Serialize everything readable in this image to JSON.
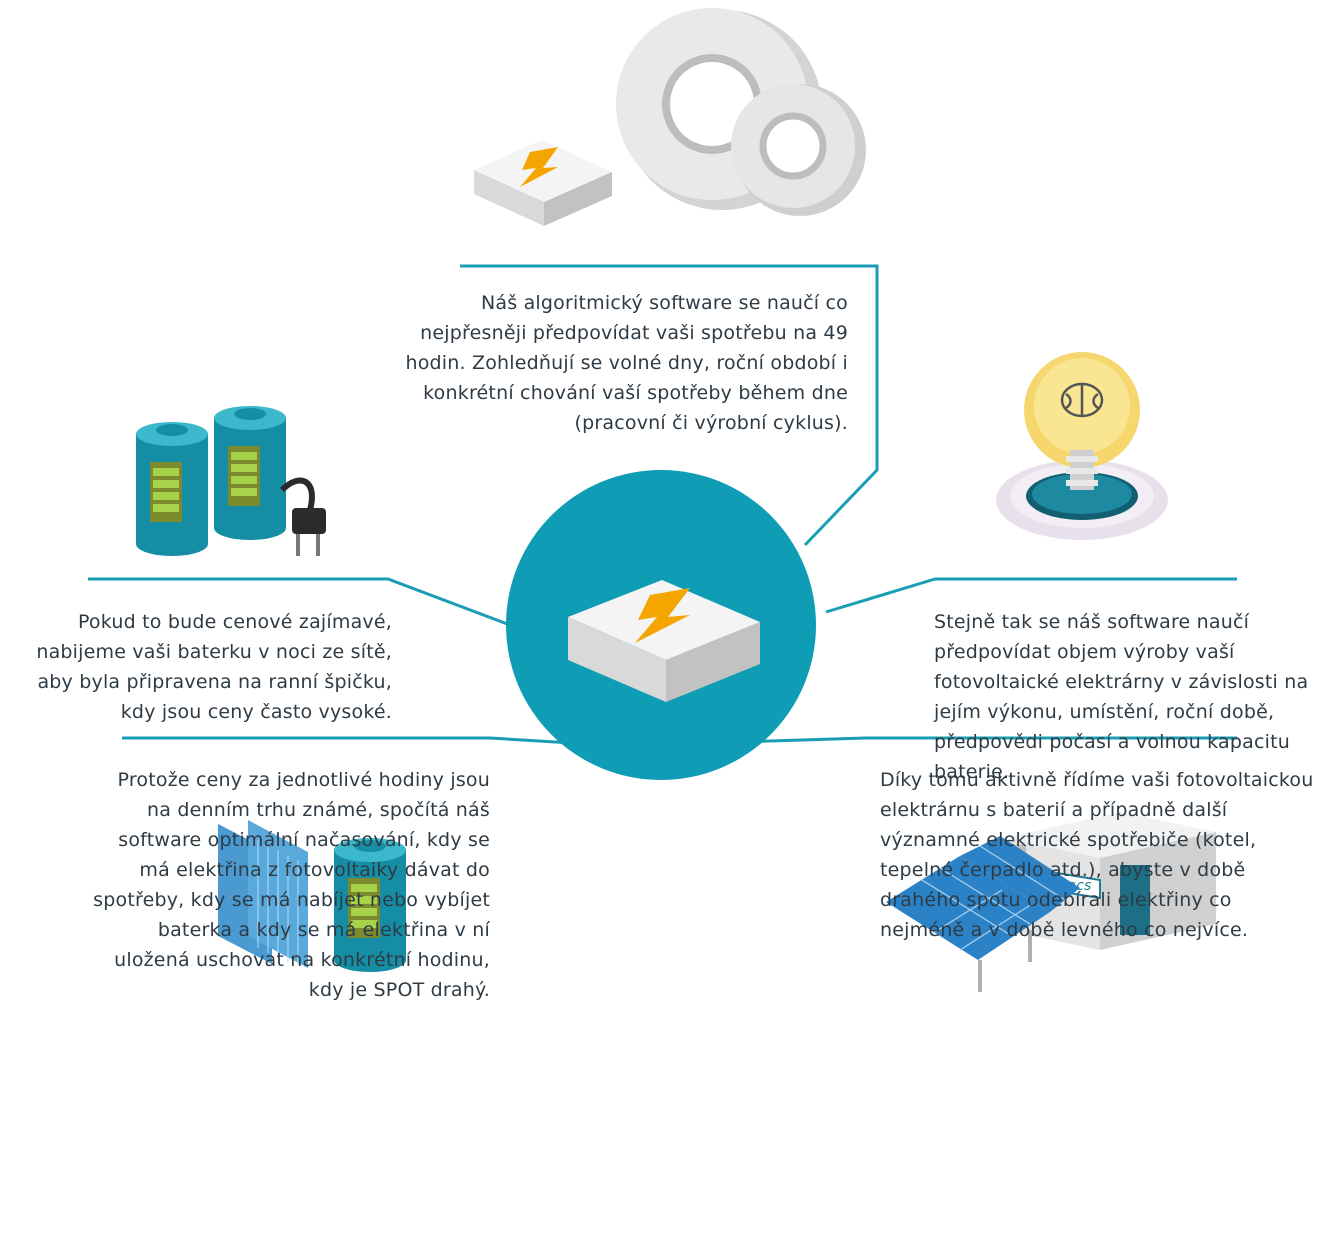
{
  "texts": {
    "top": "Náš algoritmický software se naučí co nejpřesněji předpovídat vaši spotřebu na 49 hodin. Zohledňují se volné dny, roční období i konkrétní chování vaší spotřeby během dne (pracovní či výrobní cyklus).",
    "left": "Pokud to bude cenové zajímavé, nabijeme vaši baterku v noci ze sítě, aby byla připravena na ranní špičku, kdy jsou ceny často vysoké.",
    "right": "Stejně tak se náš software naučí předpovídat objem výroby vaší fotovoltaické elektrárny v závislosti na jejím výkonu, umístění, roční době, předpovědi počasí a volnou kapacitu baterie.",
    "bottom_left": "Protože ceny za jednotlivé hodiny jsou na denním trhu známé, spočítá náš software optimální načasování, kdy se má elektřina z fotovoltaiky dávat do spotřeby, kdy se má nabíjet nebo vybíjet baterka a kdy se má elektřina v ní uložená uschovat na konkrétní hodinu, kdy je SPOT drahý.",
    "bottom_right": "Díky tomu aktivně řídíme vaši fotovoltaickou elektrárnu s baterií a případně další významné elektrické spotřebiče (kotel, tepelné čerpadlo atd.), abyste v době drahého spotu odebírali elektřiny co nejméně a v době levného co nejvíce."
  },
  "brand": "resacs",
  "colors": {
    "accent": "#1a9db5",
    "circle": "#0f9db5",
    "text": "#2f3b44",
    "bolt": "#f5a500"
  }
}
